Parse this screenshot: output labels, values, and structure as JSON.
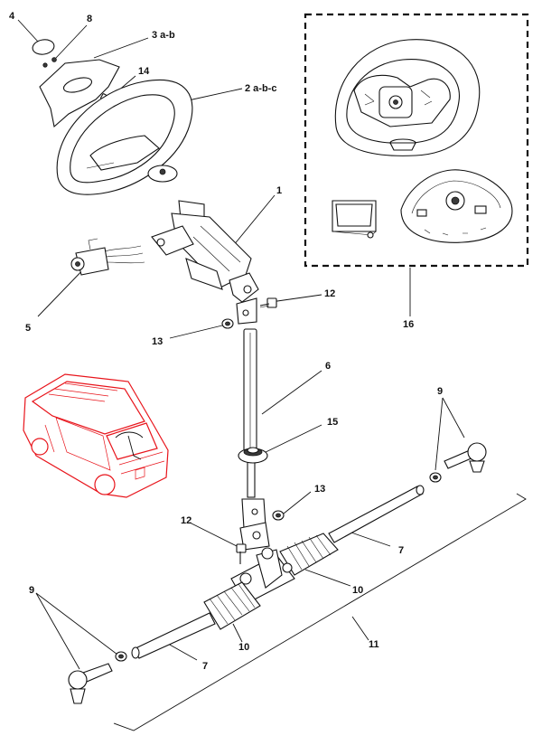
{
  "colors": {
    "line": "#111111",
    "highlight": "#e8141b",
    "background": "#ffffff"
  },
  "callouts": [
    {
      "id": "c-4",
      "text": "4"
    },
    {
      "id": "c-8",
      "text": "8"
    },
    {
      "id": "c-3",
      "text": "3 a-b"
    },
    {
      "id": "c-14",
      "text": "14"
    },
    {
      "id": "c-2",
      "text": "2 a-b-c"
    },
    {
      "id": "c-1",
      "text": "1"
    },
    {
      "id": "c-5",
      "text": "5"
    },
    {
      "id": "c-12a",
      "text": "12"
    },
    {
      "id": "c-13a",
      "text": "13"
    },
    {
      "id": "c-16",
      "text": "16"
    },
    {
      "id": "c-6",
      "text": "6"
    },
    {
      "id": "c-15",
      "text": "15"
    },
    {
      "id": "c-9a",
      "text": "9"
    },
    {
      "id": "c-13b",
      "text": "13"
    },
    {
      "id": "c-12b",
      "text": "12"
    },
    {
      "id": "c-7a",
      "text": "7"
    },
    {
      "id": "c-10a",
      "text": "10"
    },
    {
      "id": "c-9b",
      "text": "9"
    },
    {
      "id": "c-11",
      "text": "11"
    },
    {
      "id": "c-10b",
      "text": "10"
    },
    {
      "id": "c-7b",
      "text": "7"
    }
  ]
}
